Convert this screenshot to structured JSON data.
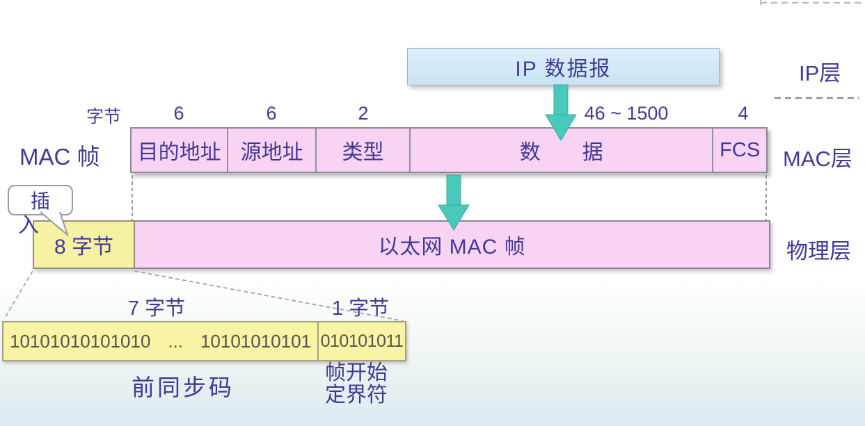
{
  "diagram": {
    "ip": {
      "datagram_label": "IP 数据报",
      "layer_label": "IP层"
    },
    "byte_unit_label": "字节",
    "mac": {
      "row_label": "MAC 帧",
      "layer_label": "MAC层",
      "fields": [
        {
          "label": "目的地址",
          "bytes": "6"
        },
        {
          "label": "源地址",
          "bytes": "6"
        },
        {
          "label": "类型",
          "bytes": "2"
        },
        {
          "label": "数　　据",
          "bytes": "46 ~ 1500"
        },
        {
          "label": "FCS",
          "bytes": "4"
        }
      ]
    },
    "physical": {
      "layer_label": "物理层",
      "insert_callout_char1": "插",
      "insert_callout_char2": "入",
      "preamble_bytes_label": "8 字节",
      "frame_label": "以太网 MAC 帧"
    },
    "expansion": {
      "preamble_width_label": "7 字节",
      "sfd_width_label": "1 字节",
      "preamble_bits_head": "10101010101010",
      "preamble_bits_dots": "...",
      "preamble_bits_tail": "10101010101",
      "sfd_bits": "010101011",
      "preamble_name": "前同步码",
      "sfd_name_line1": "帧开始",
      "sfd_name_line2": "定界符"
    }
  },
  "colors": {
    "arrow_teal": "#49c9ba",
    "box_pink": "#f8d3f4",
    "box_yellow": "#f7f2a2",
    "box_blue": "#cfe7f7",
    "text_indigo": "#3f3a96"
  }
}
